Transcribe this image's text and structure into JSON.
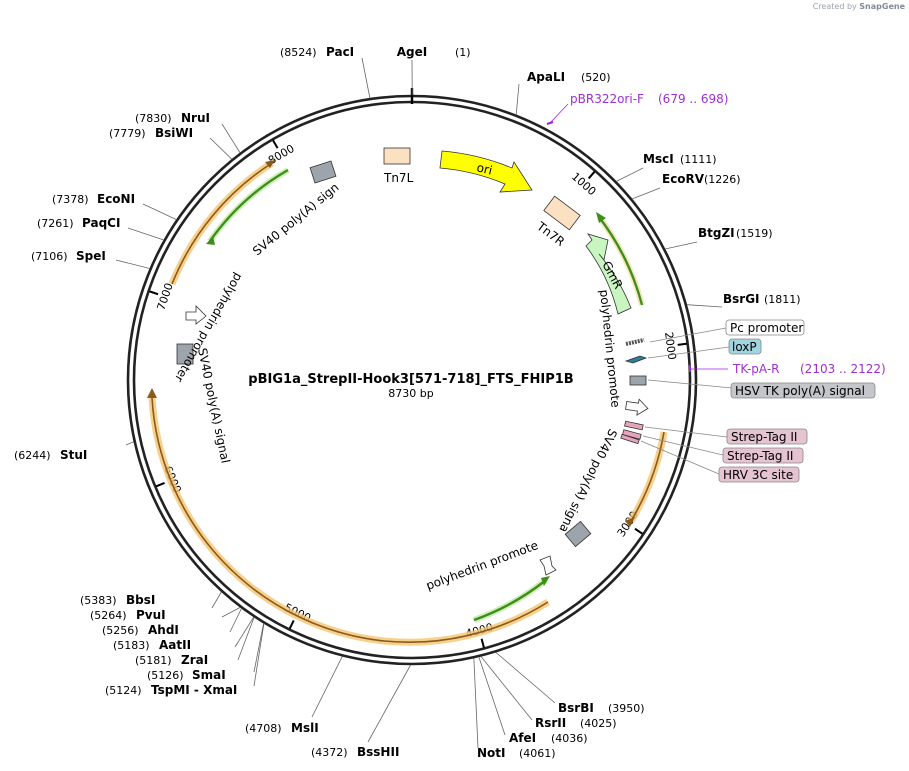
{
  "credit": {
    "prefix": "Created by",
    "brand": "SnapGene"
  },
  "plasmid": {
    "name": "pBIG1a_StrepII-Hook3[571-718]_FTS_FHIP1B",
    "size_label": "8730 bp",
    "length": 8730
  },
  "ticks": [
    {
      "label": "1000",
      "pos": 1000
    },
    {
      "label": "2000",
      "pos": 2000
    },
    {
      "label": "3000",
      "pos": 3000
    },
    {
      "label": "4000",
      "pos": 4000
    },
    {
      "label": "5000",
      "pos": 5000
    },
    {
      "label": "6000",
      "pos": 6000
    },
    {
      "label": "7000",
      "pos": 7000
    },
    {
      "label": "8000",
      "pos": 8000
    }
  ],
  "enzymes": [
    {
      "name": "AgeI",
      "pos_label": "(1)",
      "pos": 1
    },
    {
      "name": "ApaLI",
      "pos_label": "(520)",
      "pos": 520
    },
    {
      "name": "MscI",
      "pos_label": "(1111)",
      "pos": 1111
    },
    {
      "name": "EcoRV",
      "pos_label": "(1226)",
      "pos": 1226
    },
    {
      "name": "BtgZI",
      "pos_label": "(1519)",
      "pos": 1519
    },
    {
      "name": "BsrGI",
      "pos_label": "(1811)",
      "pos": 1811
    },
    {
      "name": "BsrBI",
      "pos_label": "(3950)",
      "pos": 3950
    },
    {
      "name": "RsrII",
      "pos_label": "(4025)",
      "pos": 4025
    },
    {
      "name": "AfeI",
      "pos_label": "(4036)",
      "pos": 4036
    },
    {
      "name": "NotI",
      "pos_label": "(4061)",
      "pos": 4061
    },
    {
      "name": "BssHII",
      "pos_label": "(4372)",
      "pos": 4372
    },
    {
      "name": "MslI",
      "pos_label": "(4708)",
      "pos": 4708
    },
    {
      "name": "TspMI  -  XmaI",
      "pos_label": "(5124)",
      "pos": 5124
    },
    {
      "name": "SmaI",
      "pos_label": "(5126)",
      "pos": 5126
    },
    {
      "name": "ZraI",
      "pos_label": "(5181)",
      "pos": 5181
    },
    {
      "name": "AatII",
      "pos_label": "(5183)",
      "pos": 5183
    },
    {
      "name": "AhdI",
      "pos_label": "(5256)",
      "pos": 5256
    },
    {
      "name": "PvuI",
      "pos_label": "(5264)",
      "pos": 5264
    },
    {
      "name": "BbsI",
      "pos_label": "(5383)",
      "pos": 5383
    },
    {
      "name": "StuI",
      "pos_label": "(6244)",
      "pos": 6244
    },
    {
      "name": "SpeI",
      "pos_label": "(7106)",
      "pos": 7106
    },
    {
      "name": "PaqCI",
      "pos_label": "(7261)",
      "pos": 7261
    },
    {
      "name": "EcoNI",
      "pos_label": "(7378)",
      "pos": 7378
    },
    {
      "name": "BsiWI",
      "pos_label": "(7779)",
      "pos": 7779
    },
    {
      "name": "NruI",
      "pos_label": "(7830)",
      "pos": 7830
    },
    {
      "name": "PacI",
      "pos_label": "(8524)",
      "pos": 8524
    }
  ],
  "primers": [
    {
      "name": "pBR322ori-F",
      "range_label": "(679 .. 698)",
      "pos": 688
    },
    {
      "name": "TK-pA-R",
      "range_label": "(2103 .. 2122)",
      "pos": 2112
    }
  ],
  "boxed_features": [
    {
      "label": "Pc promoter",
      "color": "#ffffff"
    },
    {
      "label": "loxP",
      "color": "#9fd4e0"
    },
    {
      "label": "HSV TK poly(A) signal",
      "color": "#c4c6c9"
    },
    {
      "label": "Strep-Tag II",
      "color": "#e6c3d0"
    },
    {
      "label": "Strep-Tag II",
      "color": "#e6c3d0"
    },
    {
      "label": "HRV 3C site",
      "color": "#e6c3d0"
    }
  ],
  "feature_labels": [
    {
      "text": "Tn7L"
    },
    {
      "text": "ori"
    },
    {
      "text": "Tn7R"
    },
    {
      "text": "GmR"
    },
    {
      "text": "polyhedrin promoter"
    },
    {
      "text": "SV40 poly(A) signal"
    },
    {
      "text": "polyhedrin promoter"
    },
    {
      "text": "SV40 poly(A) signal"
    },
    {
      "text": "polyhedrin promoter"
    },
    {
      "text": "SV40 poly(A) signal"
    }
  ],
  "colors": {
    "ring": "#222222",
    "primer": "#a020f0",
    "ori": "#ffff00",
    "tn7": "#fce0c2",
    "gmr": "#c8f5c0",
    "orf_orange": "#f5b04a",
    "orf_green": "#7ecf4a",
    "polyA": "#9ea4ab"
  }
}
